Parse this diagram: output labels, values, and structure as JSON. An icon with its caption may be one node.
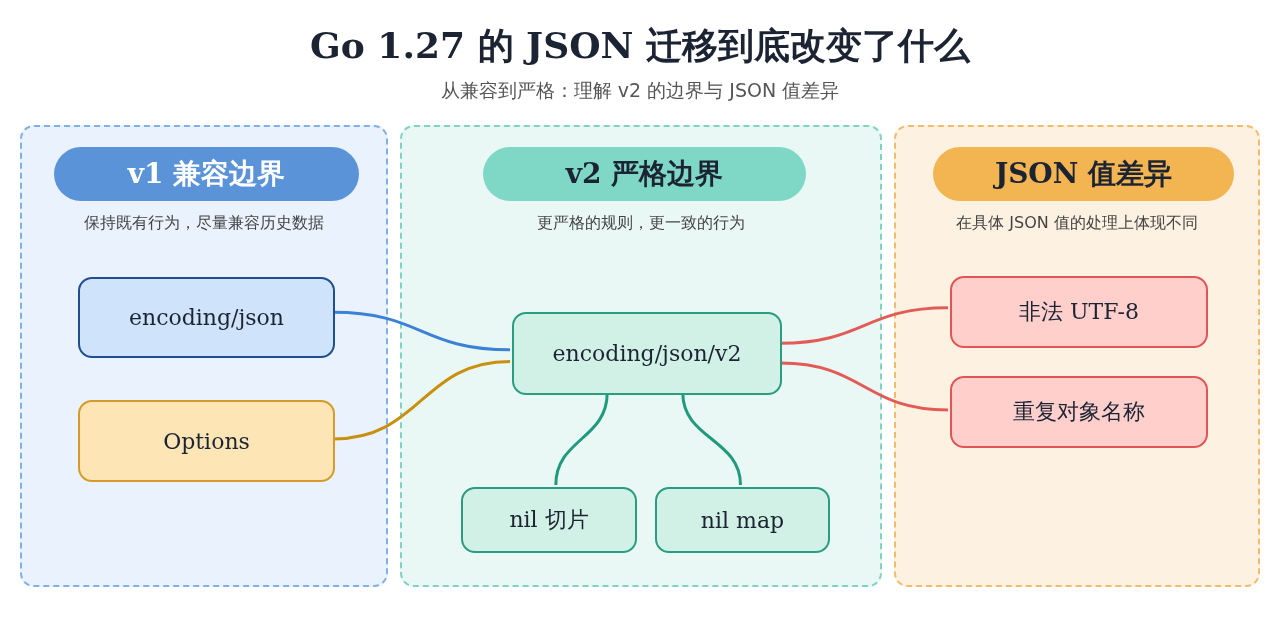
{
  "diagram": {
    "title": "Go 1.27 的 JSON 迁移到底改变了什么",
    "nodes": [
      {
        "text": [
          "v1 兼容边界",
          "保持既有行为，尽量兼容历史数据"
        ]
      },
      {
        "text": [
          "encoding/json"
        ],
        "in": 0
      },
      {
        "text": [
          "Options"
        ],
        "in": 0
      },
      {
        "text": [
          "v2 严格边界",
          "更严格的规则，更一致的行为"
        ]
      },
      {
        "text": [
          "encoding/json/v2"
        ],
        "in": 3
      },
      {
        "text": [
          "nil 切片"
        ],
        "in": 3
      },
      {
        "text": [
          "nil map"
        ],
        "in": 3
      },
      {
        "text": [
          "JSON 值差异",
          "在具体 JSON 值的处理上体现不同"
        ]
      },
      {
        "text": [
          "非法 UTF-8"
        ],
        "in": 7
      },
      {
        "text": [
          "重复对象名称"
        ],
        "in": 7
      }
    ],
    "edges": [
      {
        "from": 1,
        "to": 4,
        "arrow": "none",
        "color": "#3b82d6"
      },
      {
        "from": 2,
        "to": 4,
        "arrow": "none",
        "color": "#c8900f"
      },
      {
        "from": 4,
        "to": 5,
        "arrow": "none",
        "color": "#1f9a7e"
      },
      {
        "from": 4,
        "to": 6,
        "arrow": "none",
        "color": "#1f9a7e"
      },
      {
        "from": 4,
        "to": 8,
        "arrow": "none",
        "color": "#e35b57"
      },
      {
        "from": 4,
        "to": 9,
        "arrow": "none",
        "color": "#e35b57"
      }
    ],
    "labels": [
      "从兼容到严格：理解 v2 的边界与 JSON 值差异"
    ]
  }
}
